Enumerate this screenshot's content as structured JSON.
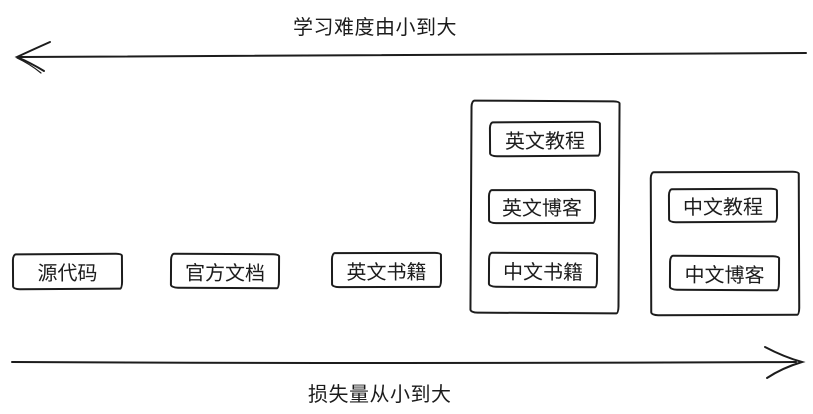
{
  "axes": {
    "top": {
      "label": "学习难度由小到大",
      "direction": "left"
    },
    "bottom": {
      "label": "损失量从小到大",
      "direction": "right"
    }
  },
  "nodes": [
    {
      "id": "source-code",
      "label": "源代码"
    },
    {
      "id": "official-docs",
      "label": "官方文档"
    },
    {
      "id": "english-books",
      "label": "英文书籍"
    }
  ],
  "groups": [
    {
      "id": "group-mid",
      "items": [
        {
          "id": "english-tutorials",
          "label": "英文教程"
        },
        {
          "id": "english-blogs",
          "label": "英文博客"
        },
        {
          "id": "chinese-books",
          "label": "中文书籍"
        }
      ]
    },
    {
      "id": "group-right",
      "items": [
        {
          "id": "chinese-tutorials",
          "label": "中文教程"
        },
        {
          "id": "chinese-blogs",
          "label": "中文博客"
        }
      ]
    }
  ],
  "colors": {
    "ink": "#1c1c1c",
    "background": "#ffffff"
  }
}
